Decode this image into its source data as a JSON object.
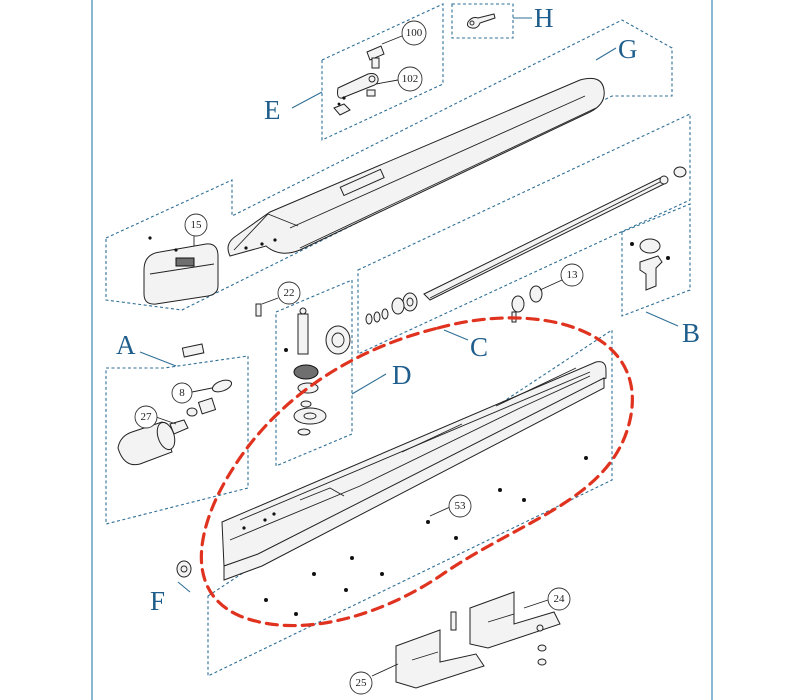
{
  "sections": {
    "A": "A",
    "B": "B",
    "C": "C",
    "D": "D",
    "E": "E",
    "F": "F",
    "G": "G",
    "H": "H"
  },
  "callouts": {
    "p100": "100",
    "p102": "102",
    "p15": "15",
    "p22": "22",
    "p13": "13",
    "p8": "8",
    "p27": "27",
    "p53": "53",
    "p24": "24",
    "p25": "25"
  },
  "colors": {
    "frame": "#4a90b8",
    "labels": "#1f5e8c",
    "highlight": "#e0331f"
  }
}
